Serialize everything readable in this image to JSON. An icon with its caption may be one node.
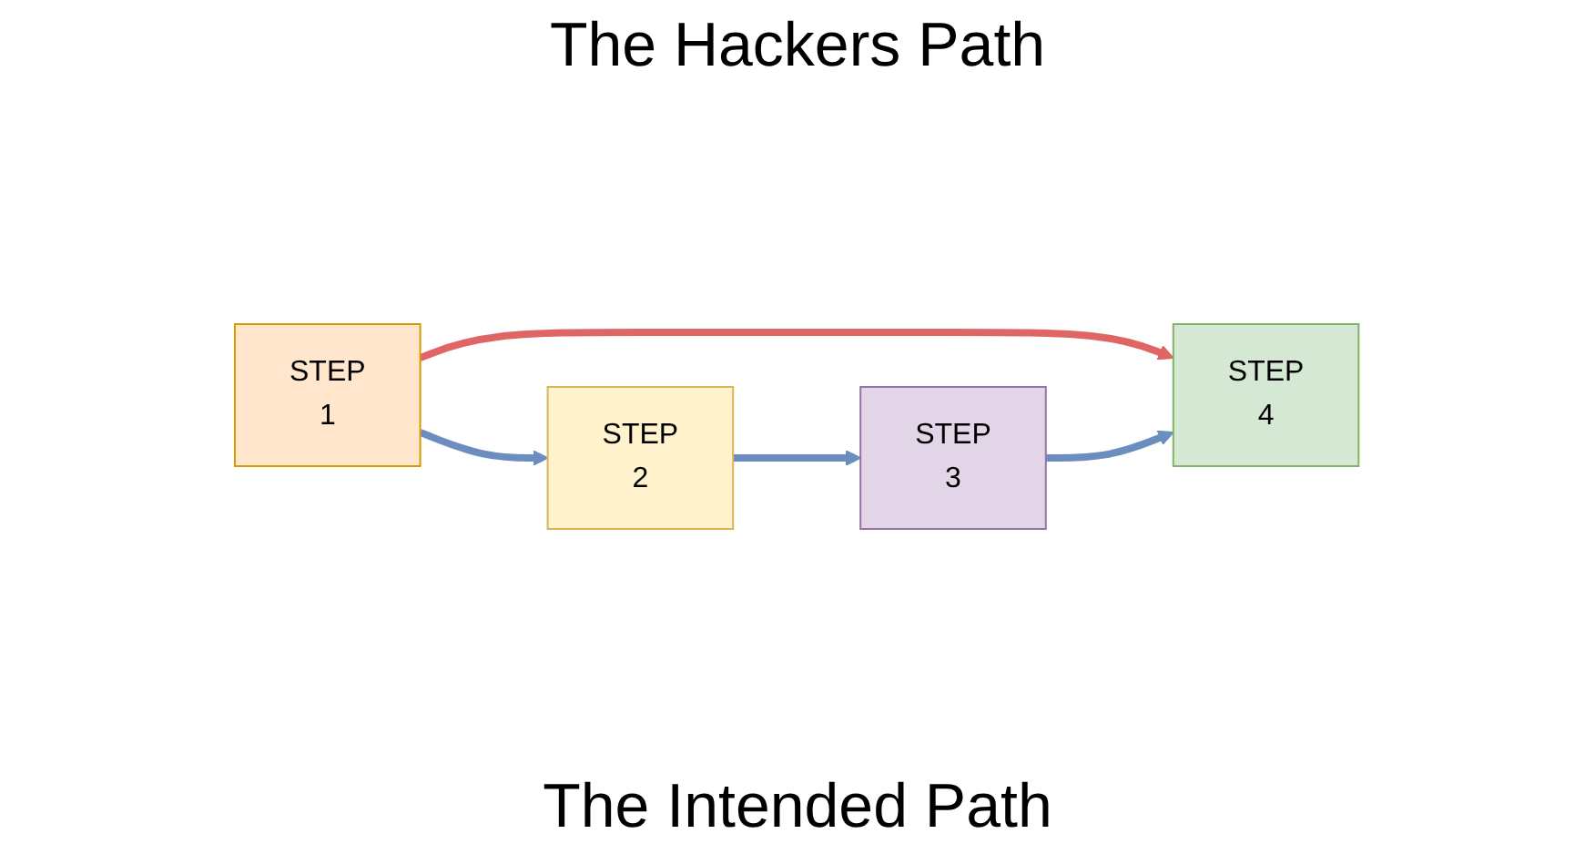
{
  "diagram": {
    "nodes": [
      {
        "text": [
          "STEP",
          "1"
        ]
      },
      {
        "text": [
          "STEP",
          "2"
        ]
      },
      {
        "text": [
          "STEP",
          "3"
        ]
      },
      {
        "text": [
          "STEP",
          "4"
        ]
      }
    ],
    "edges": [
      {
        "from": 0,
        "to": 3,
        "arrow": "to",
        "color": "#e06666"
      },
      {
        "from": 0,
        "to": 1,
        "arrow": "to"
      },
      {
        "from": 1,
        "to": 2,
        "arrow": "to"
      },
      {
        "from": 2,
        "to": 3,
        "arrow": "to"
      }
    ],
    "labels": [
      "The Hackers Path",
      "The Intended Path"
    ]
  }
}
